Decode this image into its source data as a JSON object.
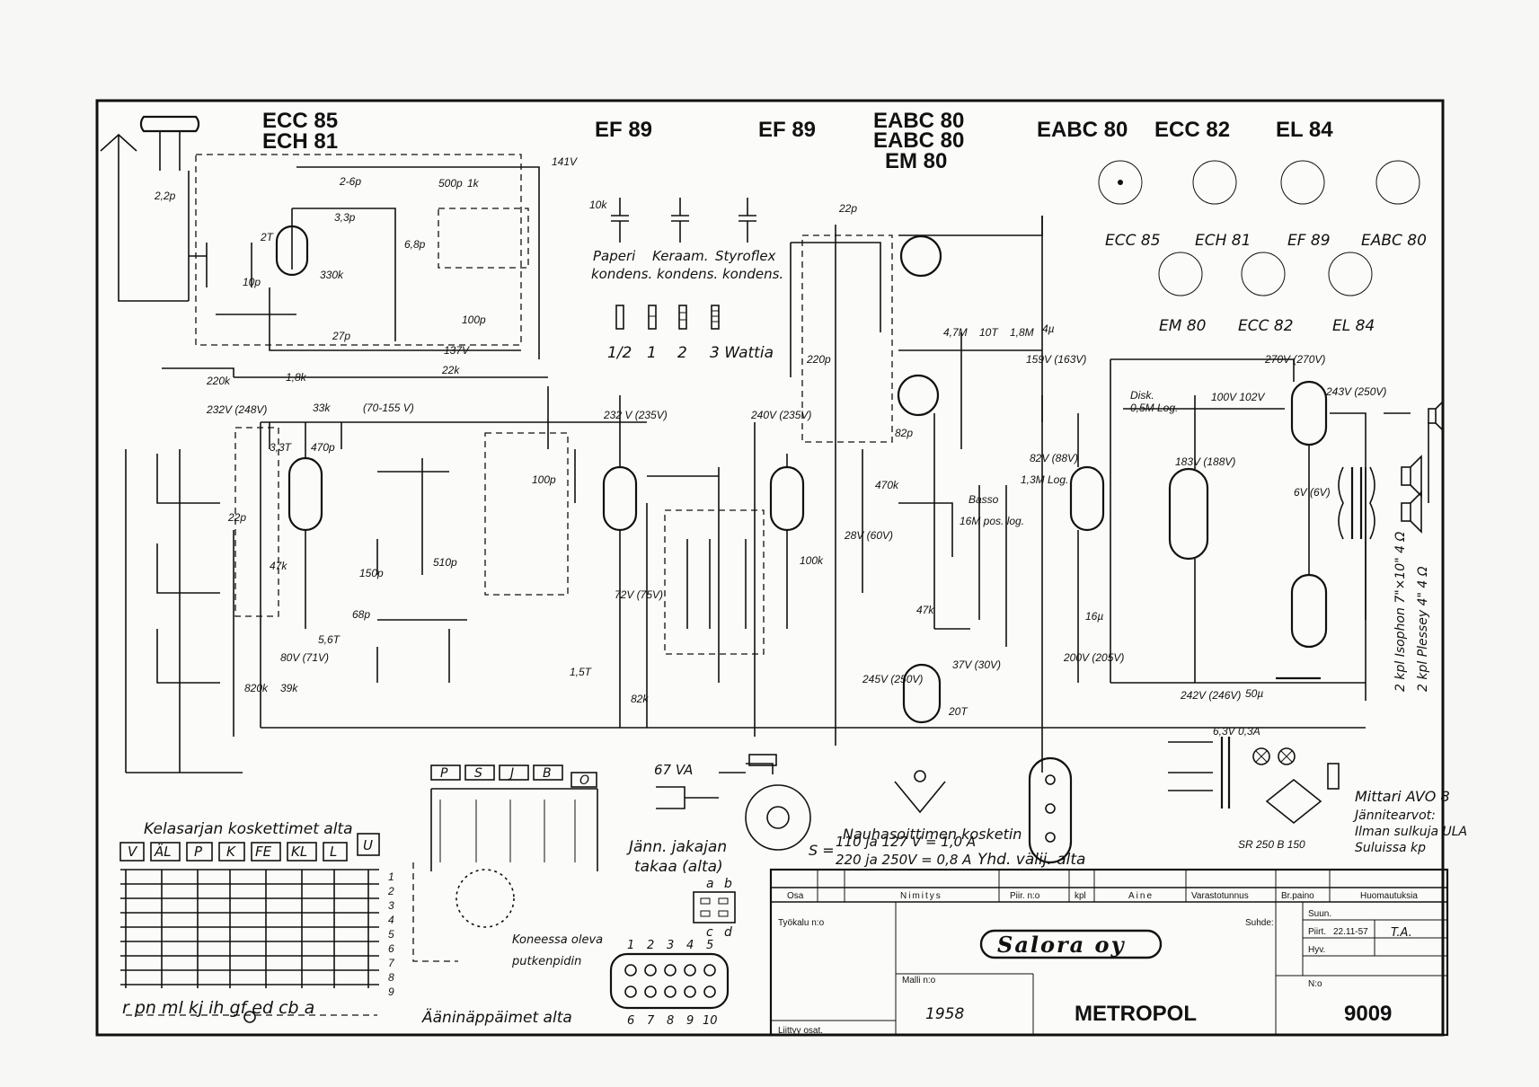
{
  "tubes_top": [
    "ECC 85",
    "ECH 81",
    "EF 89",
    "EF 89",
    "EABC 80",
    "EABC 80",
    "EM 80",
    "EABC 80",
    "ECC 82",
    "EL 84"
  ],
  "base_labels": [
    "ECC 85",
    "ECH 81",
    "EF 89",
    "EABC 80",
    "EM 80",
    "ECC 82",
    "EL 84"
  ],
  "capacitor_legend": {
    "paper": "Paperi kondens.",
    "ceramic": "Keraam. kondens.",
    "styroflex": "Styroflex kondens."
  },
  "resistor_legend": [
    "1/2",
    "1",
    "2",
    "3 Wattia"
  ],
  "components": [
    "500p",
    "1k",
    "10k",
    "141V",
    "2-6p",
    "2,2p",
    "3,3p",
    "10p",
    "2T",
    "330k",
    "6,8p",
    "100p",
    "27p",
    "137V",
    "22k",
    "220k",
    "1,8k",
    "33k",
    "(70-155 V)",
    "232V (248V)",
    "232 V (235V)",
    "240V (235V)",
    "47k",
    "470p",
    "3,3T",
    "150p",
    "510p",
    "22p",
    "68p",
    "5,6T",
    "80V (71V)",
    "820k",
    "39k",
    "72V (75V)",
    "1,5T",
    "82k",
    "100p",
    "220p",
    "22p",
    "82p",
    "470k",
    "4,7M",
    "1,8M",
    "4µ",
    "159V (163V)",
    "10T",
    "47k",
    "100k",
    "28V (60V)",
    "245V (250V)",
    "37V (30V)",
    "20T",
    "16µ",
    "200V (205V)",
    "270V (270V)",
    "243V (250V)",
    "242V (246V)",
    "50µ",
    "100V 102V",
    "183V (188V)",
    "6V (6V)",
    "Basso",
    "16M pos. log.",
    "1,3M Log.",
    "0,5M Log.",
    "82V (88V)",
    "Disk.",
    "6,3V 0,3A"
  ],
  "left_labels": {
    "switch_caption": "Kelasarjan koskettimet alta",
    "switch_keys": [
      "V",
      "ÄL",
      "P",
      "K",
      "FE",
      "KL",
      "L",
      "U"
    ],
    "bottom_letters": "r pn ml kj ih gf ed cb a",
    "rows": [
      "1",
      "2",
      "3",
      "4",
      "5",
      "6",
      "7",
      "8",
      "9"
    ]
  },
  "mid_labels": {
    "keys": [
      "P",
      "S",
      "J",
      "B",
      "O"
    ],
    "key_caption": "Ääninäppäimet alta",
    "holder": "Koneessa oleva putkenpidin",
    "power": "67 VA",
    "distributor": "Jänn. jakajan takaa (alta)",
    "tape": "Nauhasoittimen kosketin",
    "current1": "110 ja 127 V = 1,0 A",
    "current2": "220 ja 250V = 0,8 A",
    "connector": "Yhd. välij. alta",
    "conn_top": [
      "a",
      "b",
      "c",
      "d"
    ],
    "conn_pins_top": [
      "1",
      "2",
      "3",
      "4",
      "5"
    ],
    "conn_pins_bot": [
      "6",
      "7",
      "8",
      "9",
      "10"
    ]
  },
  "right_labels": {
    "meter": "Mittari AVO 8",
    "notes": [
      "Jännitearvot:",
      "Ilman sulkuja ULA",
      "Suluissa kp"
    ],
    "rectifier": "SR 250 B 150",
    "speaker1": "2 kpl Isophon 7\"×10\" 4 Ω",
    "speaker2": "2 kpl Plessey 4\" 4 Ω"
  },
  "title_block": {
    "headers": [
      "Osa",
      "Nimitys",
      "Piir. n:o",
      "kpl",
      "Aine",
      "Varastotunnus",
      "Br.paino",
      "Huomautuksia"
    ],
    "tool": "Työkalu n:o",
    "ratio": "Suhde:",
    "design": "Suun.",
    "drawn": "Piirt.",
    "date": "22.11-57",
    "initials": "T.A.",
    "approved": "Hyv.",
    "model_label": "Malli n:o",
    "model_year": "1958",
    "number_label": "N:o",
    "name": "METROPOL",
    "number": "9009",
    "company": "Salora oy",
    "linked": "Liittyy osat."
  }
}
